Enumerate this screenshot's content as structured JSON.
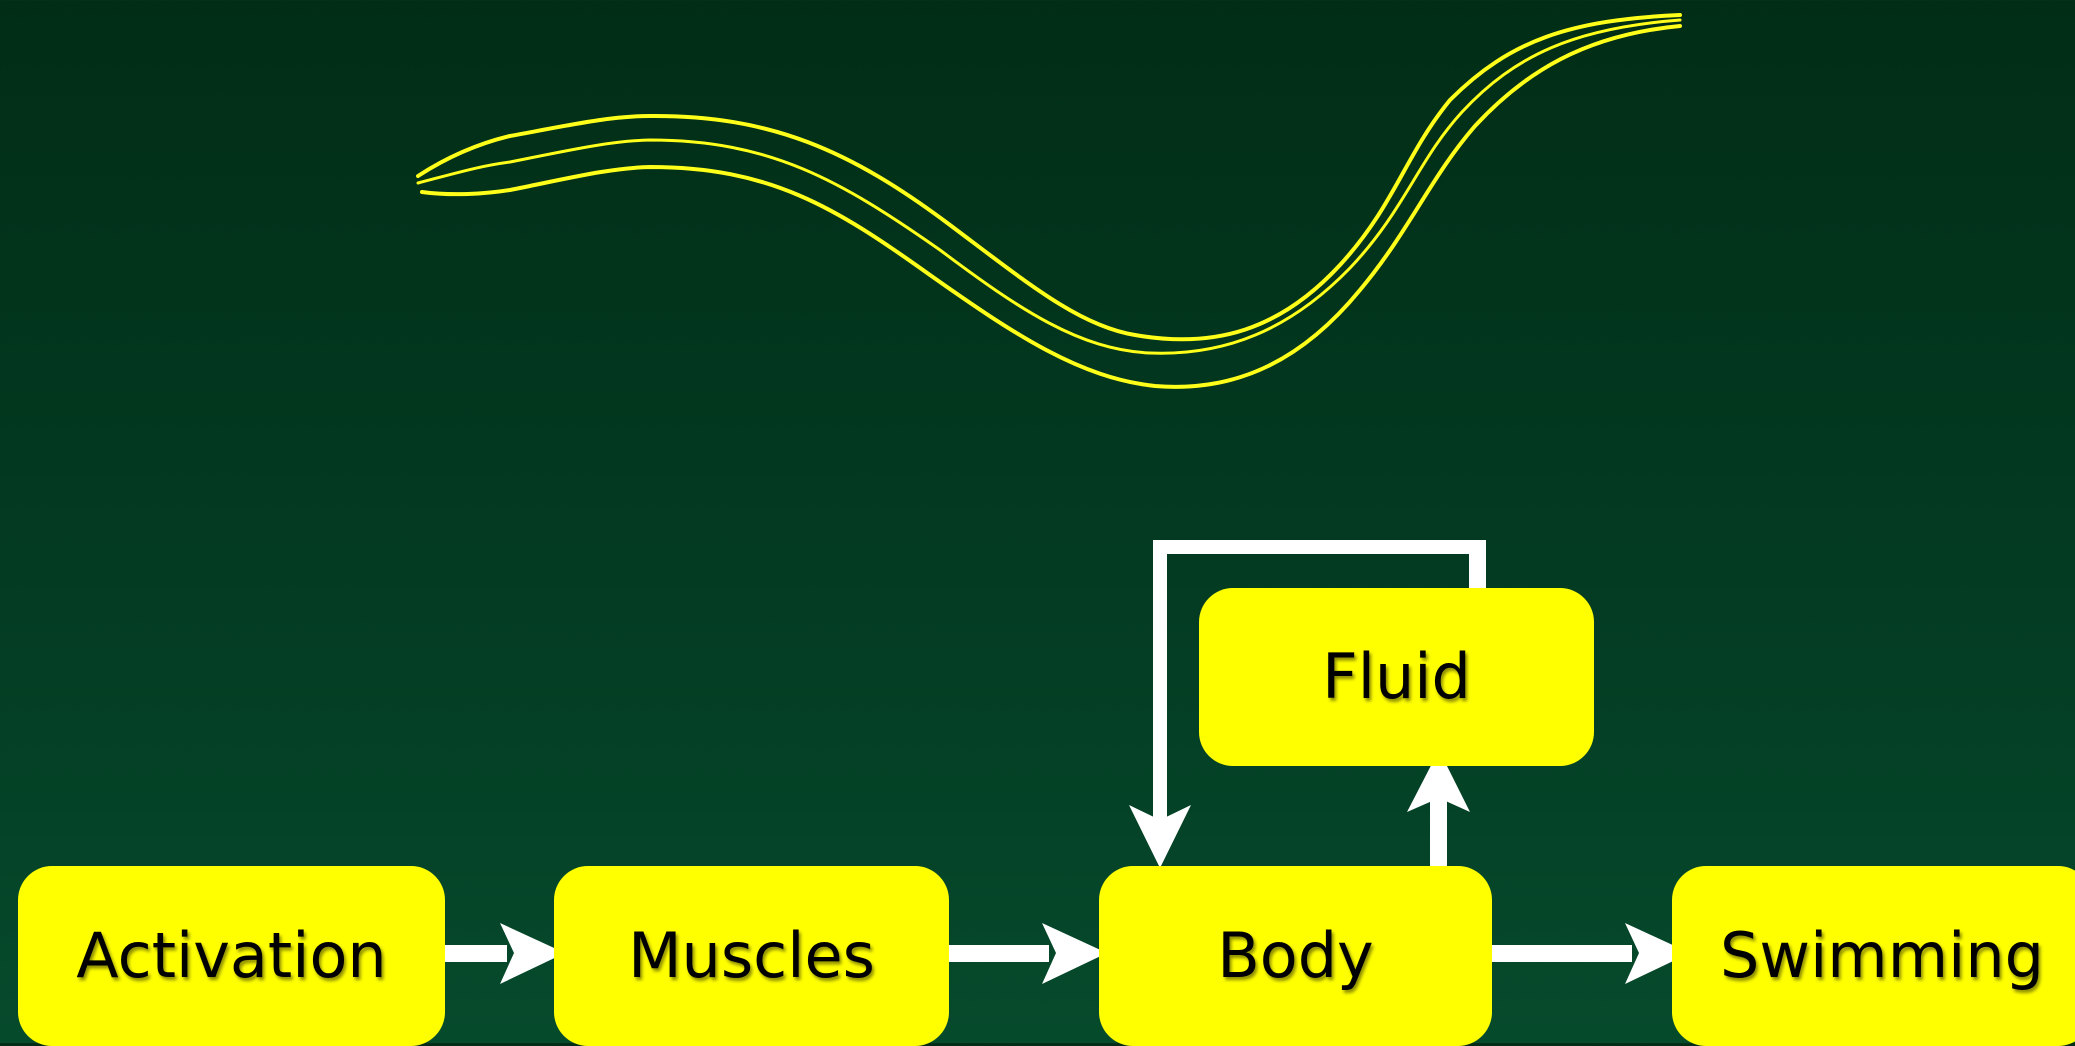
{
  "nodes": {
    "activation": "Activation",
    "muscles": "Muscles",
    "body": "Body",
    "fluid": "Fluid",
    "swimming": "Swimming"
  },
  "icons": {
    "worm": "swimming-worm-outline"
  },
  "colors": {
    "node_fill": "#ffff00",
    "node_text": "#000000",
    "arrow": "#ffffff",
    "worm_stroke": "#ffff1a",
    "background_top": "#012d16",
    "background_bottom": "#064a2c"
  }
}
